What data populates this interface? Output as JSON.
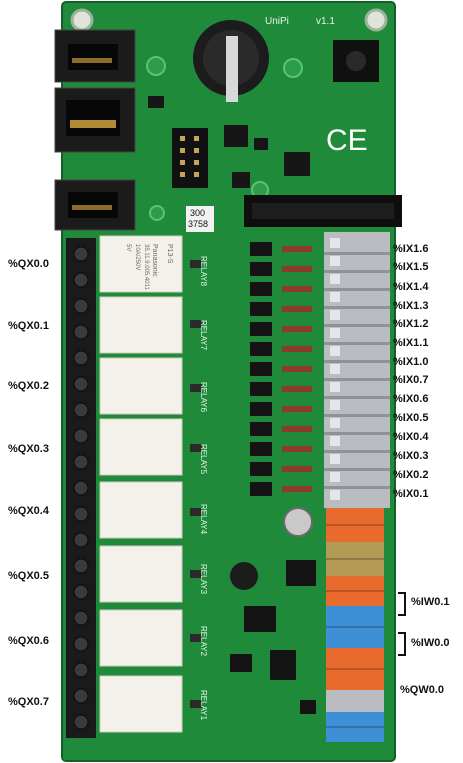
{
  "board": {
    "name": "UniPi",
    "version": "v1.1",
    "sticker": [
      "300",
      "3758"
    ],
    "ce_mark": "CE",
    "relay_silk": [
      "RELAY8",
      "RELAY7",
      "RELAY6",
      "RELAY5",
      "RELAY4",
      "RELAY3",
      "RELAY2",
      "RELAY1"
    ],
    "relay_top_text": "P13-S",
    "relay_body_text": [
      "Panasonic",
      "35.11.9.005.4011",
      "10A/250V",
      "5V"
    ]
  },
  "outputs_left": [
    "%QX0.0",
    "%QX0.1",
    "%QX0.2",
    "%QX0.3",
    "%QX0.4",
    "%QX0.5",
    "%QX0.6",
    "%QX0.7"
  ],
  "inputs_right": [
    "%IX1.6",
    "%IX1.5",
    "%IX1.4",
    "%IX1.3",
    "%IX1.2",
    "%IX1.1",
    "%IX1.0",
    "%IX0.7",
    "%IX0.6",
    "%IX0.5",
    "%IX0.4",
    "%IX0.3",
    "%IX0.2",
    "%IX0.1"
  ],
  "analog_right": [
    "%IW0.1",
    "%IW0.0",
    "%QW0.0"
  ],
  "colors": {
    "pcb": "#1f8a3a",
    "pcb_dark": "#166b2c",
    "relay": "#f3f1ea",
    "terminal_gray": "#b9bcc1",
    "terminal_orange": "#e86a2c",
    "terminal_blue": "#3f8fd6",
    "terminal_tan": "#b39a55",
    "terminal_black": "#1a1a1a"
  }
}
